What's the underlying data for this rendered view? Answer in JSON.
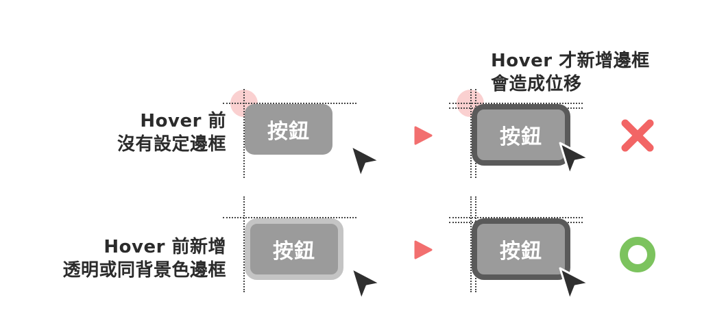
{
  "captions": {
    "top_right_line1": "Hover 才新增邊框",
    "top_right_line2": "會造成位移",
    "row1_line1": "Hover 前",
    "row1_line2": "沒有設定邊框",
    "row2_line1": "Hover 前新增",
    "row2_line2": "透明或同背景色邊框"
  },
  "button_label": "按鈕",
  "colors": {
    "button_fill": "#9b9b9b",
    "border_dark": "#5a5a5a",
    "border_light": "#c4c4c4",
    "arrow": "#f26f6f",
    "cross": "#f26565",
    "circle": "#7cc35e",
    "cursor": "#2f2f2f",
    "glow": "#f08080"
  },
  "icons": {
    "arrow": "triangle-right-icon",
    "cross": "cross-icon",
    "circle": "circle-icon",
    "cursor": "mouse-pointer-icon"
  },
  "results": {
    "row1": "wrong",
    "row2": "correct"
  }
}
